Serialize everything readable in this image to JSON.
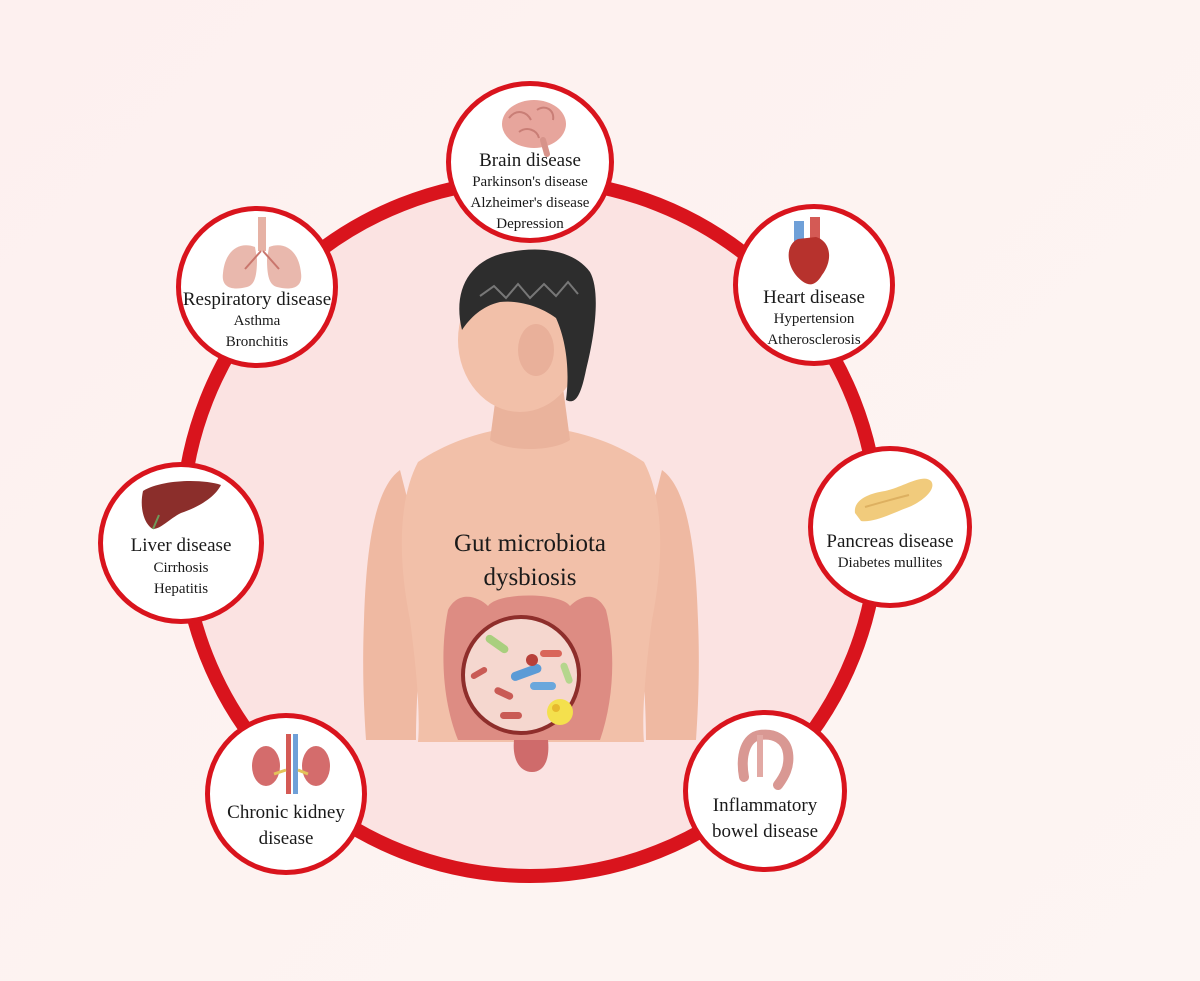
{
  "colors": {
    "ring": "#d9141d",
    "inner_fill": "#fbe3e2",
    "skin": "#f2c0a9",
    "hair": "#2d2d2d"
  },
  "center": {
    "title_line1": "Gut microbiota",
    "title_line2": "dysbiosis"
  },
  "diseases": [
    {
      "id": "brain",
      "icon": "brain-icon",
      "name": "Brain disease",
      "subs": [
        "Parkinson's disease",
        "Alzheimer's disease",
        "Depression"
      ]
    },
    {
      "id": "heart",
      "icon": "heart-icon",
      "name": "Heart disease",
      "subs": [
        "Hypertension",
        "Atherosclerosis"
      ]
    },
    {
      "id": "pancreas",
      "icon": "pancreas-icon",
      "name": "Pancreas disease",
      "subs": [
        "Diabetes mullites"
      ]
    },
    {
      "id": "ibd",
      "icon": "colon-icon",
      "name_line1": "Inflammatory",
      "name_line2": "bowel disease"
    },
    {
      "id": "kidney",
      "icon": "kidney-icon",
      "name_line1": "Chronic kidney",
      "name_line2": "disease"
    },
    {
      "id": "liver",
      "icon": "liver-icon",
      "name": "Liver disease",
      "subs": [
        "Cirrhosis",
        "Hepatitis"
      ]
    },
    {
      "id": "respiratory",
      "icon": "lungs-icon",
      "name": "Respiratory disease",
      "subs": [
        "Asthma",
        "Bronchitis"
      ]
    }
  ]
}
